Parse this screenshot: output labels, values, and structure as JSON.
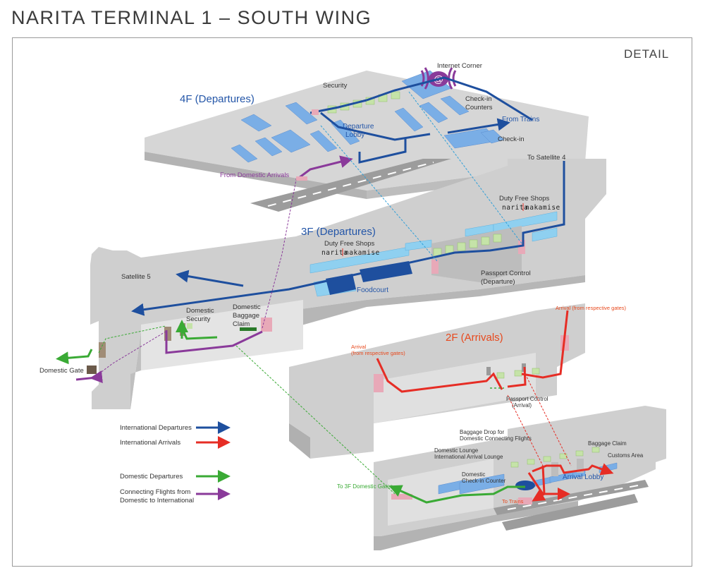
{
  "title": "NARITA TERMINAL 1 – SOUTH WING",
  "detail_label": "DETAIL",
  "colors": {
    "international_departures": "#1e4f9e",
    "international_arrivals": "#e62d25",
    "domestic_departures": "#3aaa35",
    "connecting_flights": "#8a3a9a",
    "floor_gray": "#cfcfcf",
    "floor_dark": "#a9a9a9",
    "counter_blue": "#7aaee6",
    "security_green": "#c5e3a8"
  },
  "floors": {
    "f4": "4F (Departures)",
    "f3": "3F (Departures)",
    "f2": "2F (Arrivals)"
  },
  "labels": {
    "security_4f": "Security",
    "internet_corner": "Internet Corner",
    "internet_icon": "@",
    "checkin_counters_1": "Check-in",
    "checkin_counters_2": "Counters",
    "from_trains": "From Trains",
    "checkin": "Check-in",
    "departure_lobby_1": "Departure",
    "departure_lobby_2": "Lobby",
    "from_domestic_arrivals": "From Domestic Arrivals",
    "to_satellite_4": "To Satellite 4",
    "duty_free_right": "Duty Free Shops",
    "brand_left": "narita",
    "brand_right": "nakamise",
    "duty_free_left": "Duty Free Shops",
    "brand_left_2": "narita",
    "brand_right_2": "nakamise",
    "satellite_5": "Satellite 5",
    "foodcourt": "Foodcourt",
    "passport_control_dep_1": "Passport Control",
    "passport_control_dep_2": "(Departure)",
    "domestic_security_1": "Domestic",
    "domestic_security_2": "Security",
    "domestic_baggage_1": "Domestic",
    "domestic_baggage_2": "Baggage",
    "domestic_baggage_3": "Claim",
    "domestic_gate": "Domestic Gate",
    "arrival_top": "Arrival (from respective gates)",
    "arrival_left_1": "Arrival",
    "arrival_left_2": "(from respective gates)",
    "passport_control_arr_1": "Passport Control",
    "passport_control_arr_2": "(Arrival)",
    "baggage_drop_1": "Baggage Drop for",
    "baggage_drop_2": "Domestic Connecting Flights",
    "domestic_lounge_1": "Domestic Lounge",
    "domestic_lounge_2": "International Arrival Lounge",
    "domestic_checkin_1": "Domestic",
    "domestic_checkin_2": "Check-in Counter",
    "baggage_claim": "Baggage Claim",
    "customs_area": "Customs Area",
    "arrival_lobby": "Arrival Lobby",
    "to_trains": "To Trains",
    "to_3f_domestic": "To 3F Domestic Gates"
  },
  "legend": [
    {
      "label_1": "International Departures",
      "label_2": "",
      "color": "#1e4f9e"
    },
    {
      "label_1": "International Arrivals",
      "label_2": "",
      "color": "#e62d25"
    },
    {
      "label_1": "Domestic Departures",
      "label_2": "",
      "color": "#3aaa35"
    },
    {
      "label_1": "Connecting Flights from",
      "label_2": "Domestic to International",
      "color": "#8a3a9a"
    }
  ]
}
